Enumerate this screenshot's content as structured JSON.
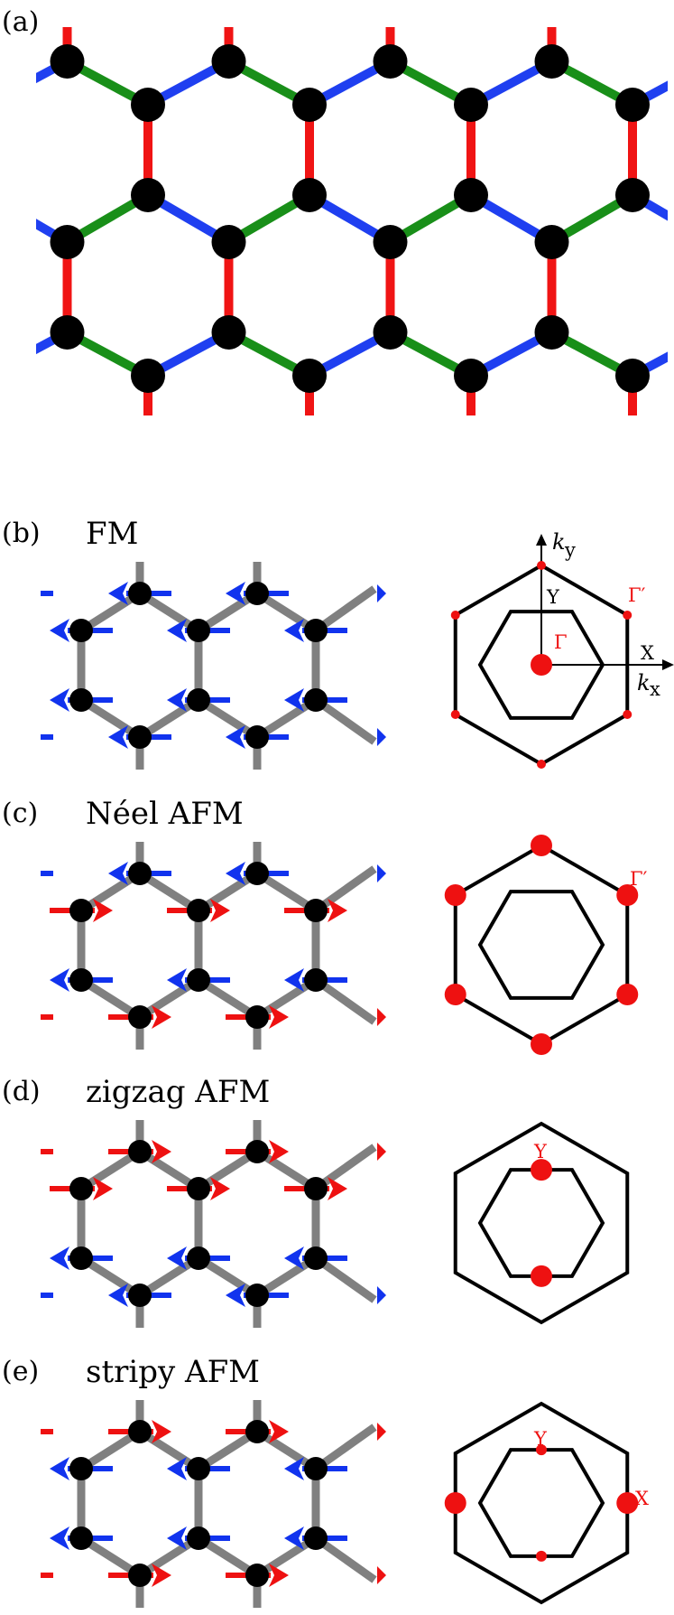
{
  "colors": {
    "x_bond": "#f01414",
    "y_bond": "#1f3ff0",
    "z_bond": "#198f19",
    "magnetic_bond": "#808080",
    "site": "#000000",
    "spin_up": "#ee1111",
    "spin_down": "#1133ee",
    "bz_point": "#ee1111"
  },
  "panel_a": {
    "letter": "(a)"
  },
  "panels": [
    {
      "id": "b",
      "letter": "(b)",
      "title": "FM",
      "spins": "fm",
      "bz_points": "fm",
      "labels": {
        "ky": "k",
        "ky_sub": "y",
        "kx": "k",
        "kx_sub": "x",
        "gamma": "Γ",
        "gamma_prime": "Γ′",
        "Y": "Y",
        "X": "X"
      }
    },
    {
      "id": "c",
      "letter": "(c)",
      "title": "Néel AFM",
      "spins": "neel",
      "bz_points": "neel",
      "labels": {
        "gamma_prime": "Γ′"
      }
    },
    {
      "id": "d",
      "letter": "(d)",
      "title": "zigzag AFM",
      "spins": "zigzag",
      "bz_points": "zigzag",
      "labels": {
        "Y": "Y"
      }
    },
    {
      "id": "e",
      "letter": "(e)",
      "title": "stripy AFM",
      "spins": "stripy",
      "bz_points": "stripy",
      "labels": {
        "Y": "Y",
        "X": "X"
      }
    }
  ]
}
